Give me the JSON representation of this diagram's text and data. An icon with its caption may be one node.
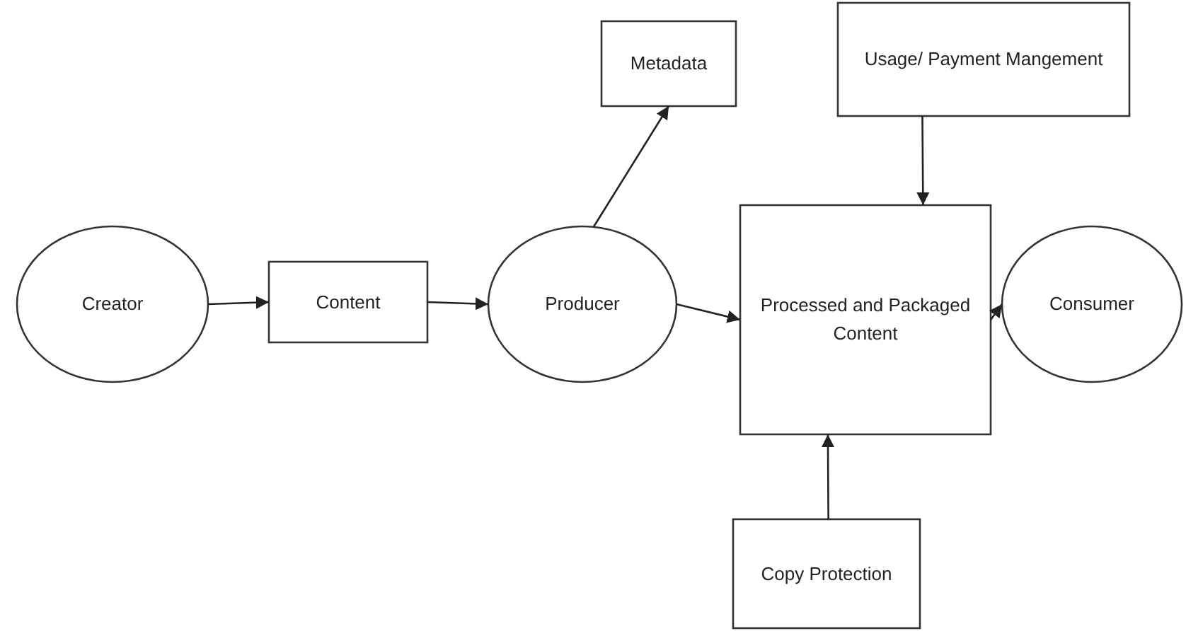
{
  "diagram": {
    "nodes": [
      {
        "text": [
          "Creator"
        ]
      },
      {
        "text": [
          "Content"
        ]
      },
      {
        "text": [
          "Producer"
        ]
      },
      {
        "text": [
          "Metadata"
        ]
      },
      {
        "text": [
          "Usage/ Payment Mangement"
        ]
      },
      {
        "text": [
          "Processed and Packaged Content"
        ]
      },
      {
        "text": [
          "Consumer"
        ]
      },
      {
        "text": [
          "Copy Protection"
        ]
      }
    ],
    "edges": [
      {
        "from": 0,
        "to": 1,
        "arrow": "to"
      },
      {
        "from": 1,
        "to": 2,
        "arrow": "to"
      },
      {
        "from": 2,
        "to": 3,
        "arrow": "to"
      },
      {
        "from": 2,
        "to": 5,
        "arrow": "to"
      },
      {
        "from": 4,
        "to": 5,
        "arrow": "to"
      },
      {
        "from": 7,
        "to": 5,
        "arrow": "to"
      },
      {
        "from": 5,
        "to": 6,
        "arrow": "to"
      }
    ]
  }
}
